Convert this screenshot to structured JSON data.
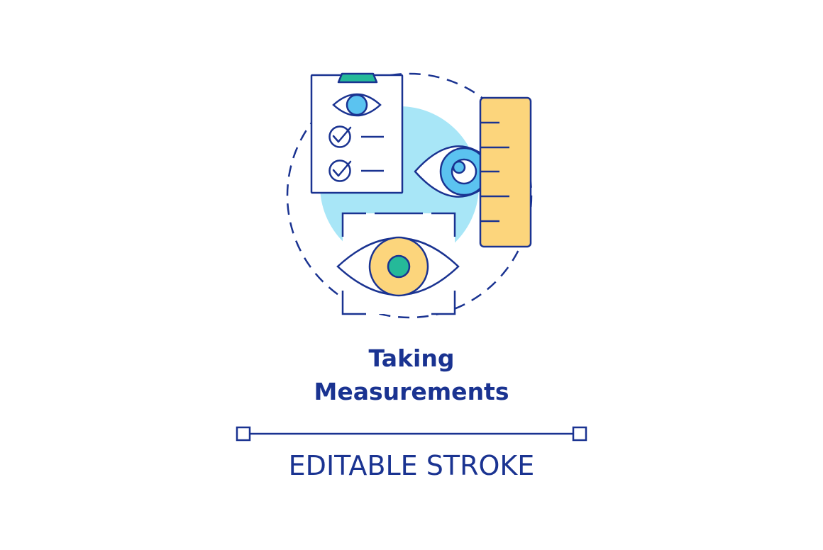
{
  "title": {
    "line1": "Taking",
    "line2": "Measurements"
  },
  "caption": "EDITABLE STROKE",
  "colors": {
    "stroke": "#1a3391",
    "light_blue": "#a8e6f7",
    "iris_blue": "#5bc3f0",
    "yellow": "#fcd57c",
    "teal": "#25b999",
    "background": "#ffffff"
  },
  "icons": [
    "dashed-circle-icon",
    "clipboard-icon",
    "eye-icon",
    "checkmark-icon",
    "ruler-icon",
    "focus-frame-icon"
  ]
}
